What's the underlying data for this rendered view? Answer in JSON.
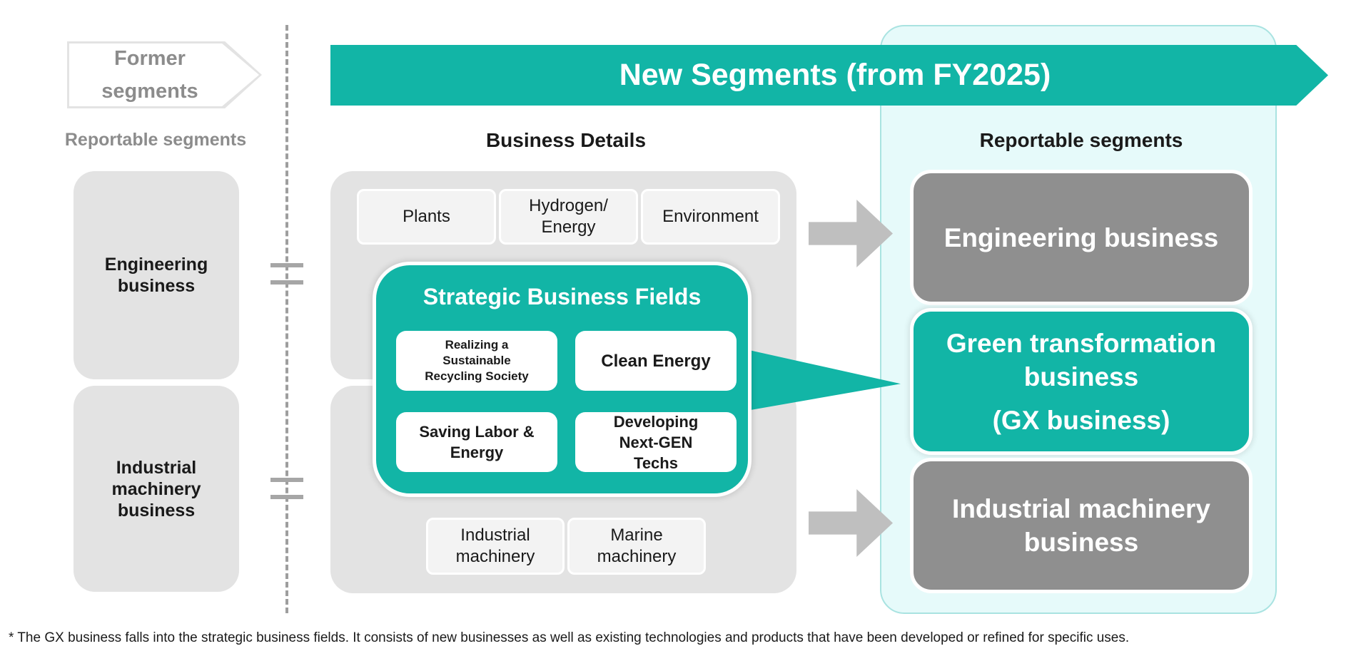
{
  "banner": {
    "title": "New Segments (from FY2025)"
  },
  "former": {
    "label": "Former\nsegments",
    "header": "Reportable segments",
    "boxes": [
      "Engineering\nbusiness",
      "Industrial\nmachinery\nbusiness"
    ]
  },
  "details": {
    "header": "Business Details",
    "top_items": [
      "Plants",
      "Hydrogen/\nEnergy",
      "Environment"
    ],
    "bottom_items": [
      "Industrial\nmachinery",
      "Marine\nmachinery"
    ],
    "strategic": {
      "title": "Strategic Business Fields",
      "fields": [
        "Realizing a\nSustainable\nRecycling Society",
        "Clean Energy",
        "Saving Labor &\nEnergy",
        "Developing\nNext-GEN\nTechs"
      ]
    }
  },
  "new_segments": {
    "header": "Reportable segments",
    "engineering": "Engineering business",
    "gx_line1": "Green transformation\nbusiness",
    "gx_line2": "(GX business)",
    "industrial": "Industrial machinery\nbusiness"
  },
  "footnote": "* The GX business falls into the strategic business fields. It consists of new businesses as well as existing technologies and products that have been developed or refined for specific uses.",
  "colors": {
    "teal": "#12b5a6",
    "light_teal_bg": "#e6fafa",
    "gray_box": "#e3e3e3",
    "dark_gray_segment": "#8f8f8f"
  }
}
